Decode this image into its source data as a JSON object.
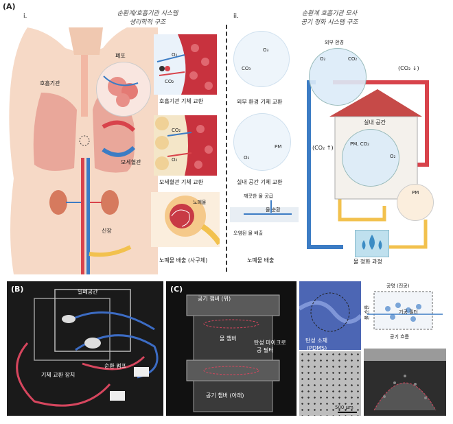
{
  "figure": {
    "label_A": "(A)",
    "label_B": "(B)",
    "label_C": "(C)",
    "sub_i": "i.",
    "sub_ii": "ii."
  },
  "panel_a_left": {
    "title_line1": "순환계/호흡기관 시스템",
    "title_line2": "생리학적 구조",
    "lung_label": "폐포",
    "resp_label": "호흡기관",
    "capillary_label": "모세혈관",
    "kidney_label": "신장",
    "box1_caption": "호흡기관 기체 교환",
    "box2_caption": "모세혈관 기체 교환",
    "box3_caption": "노폐물 배출 (사구체)",
    "box3_inner": "노폐물",
    "o2": "O₂",
    "co2": "CO₂"
  },
  "panel_a_right": {
    "title_line1": "순환계 호흡기관 모사",
    "title_line2": "공기 정화 시스템 구조",
    "outer_env": "외부 환경",
    "indoor": "실내 공간",
    "co2_down": "(CO₂ ↓)",
    "co2_up": "(CO₂ ↑)",
    "pm": "PM",
    "pm_co2": "PM, CO₂",
    "co3": "CO₃",
    "o2": "O₂",
    "o3": "O₃",
    "co2": "CO₂",
    "caption1": "외부 환경 기체 교환",
    "caption2": "실내 공간 기체 교환",
    "clean_water": "깨끗한 물 공급",
    "water_circ": "물 순환",
    "dirty_water": "오염된 물 배출",
    "waste_out": "노폐물 배출",
    "water_purify": "물 정화 과정"
  },
  "panel_b": {
    "lung_space": "밀폐공간",
    "gas_exchange": "기체 교환 장치",
    "pump": "순환 펌프"
  },
  "panel_c": {
    "air_top": "공기 챔버 (위)",
    "water_chamber": "물 챔버",
    "filter_line1": "탄성 마이크로",
    "filter_line2": "공 필터",
    "air_bottom": "공기 챔버 (아래)",
    "pdms_line1": "탄성 소재",
    "pdms_line2": "(PDMS)",
    "scale": "500 µm",
    "diag_top": "공명 (진공)",
    "diag_left": "물 순환",
    "diag_bottom": "공기 흐름",
    "diag_inner": "기공 필터"
  },
  "colors": {
    "red_flow": "#d8434b",
    "blue_flow": "#3c7cc4",
    "yellow_flow": "#f2c14e",
    "skin": "#f6d9c6",
    "lung": "#e9a79a"
  }
}
